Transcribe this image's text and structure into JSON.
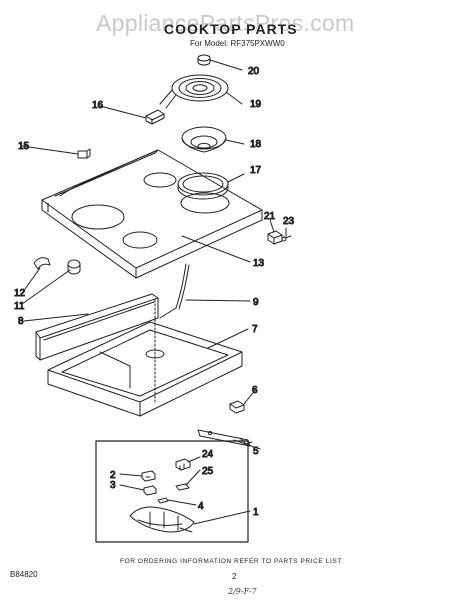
{
  "watermark": "AppliancePartsPros.com",
  "title": "COOKTOP PARTS",
  "model_line": "For Model: RF375PXWW0",
  "footer_note": "FOR ORDERING INFORMATION REFER TO PARTS PRICE LIST",
  "doc_number": "B84820",
  "page_number": "2",
  "handwritten_note": "2/9-F-7",
  "callouts": [
    "20",
    "19",
    "16",
    "18",
    "15",
    "17",
    "21",
    "23",
    "13",
    "12",
    "11",
    "9",
    "8",
    "7",
    "6",
    "5",
    "24",
    "2",
    "25",
    "3",
    "4",
    "1"
  ]
}
